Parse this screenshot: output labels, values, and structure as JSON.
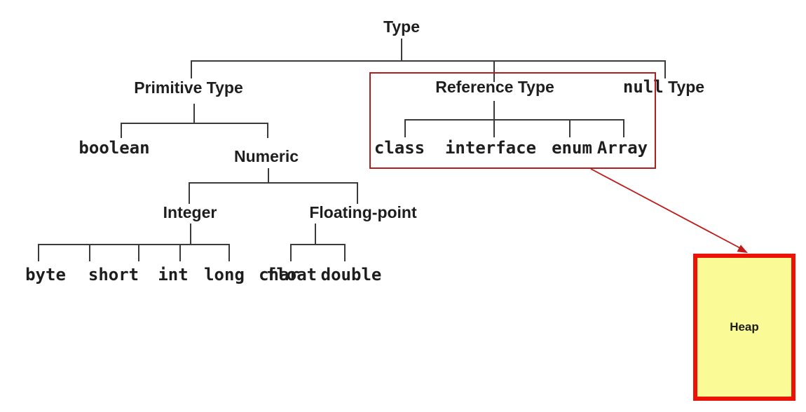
{
  "diagram": {
    "root_label": "Type",
    "primitive_label": "Primitive Type",
    "reference_label": "Reference Type",
    "null_label_mono": "null",
    "null_label_sans": "Type",
    "boolean_label": "boolean",
    "numeric_label": "Numeric",
    "integer_label": "Integer",
    "floating_label": "Floating-point",
    "integer_children": [
      "byte",
      "short",
      "int",
      "long",
      "char"
    ],
    "floating_children": [
      "float",
      "double"
    ],
    "reference_children": [
      "class",
      "interface",
      "enum",
      "Array"
    ],
    "heap_label": "Heap"
  },
  "colors": {
    "line": "#3b3b3b",
    "text": "#1e1e1e",
    "highlight_box": "#b01e1e",
    "arrow": "#c11a1a",
    "heap_border": "#ee1105",
    "heap_fill": "#fafa96"
  }
}
